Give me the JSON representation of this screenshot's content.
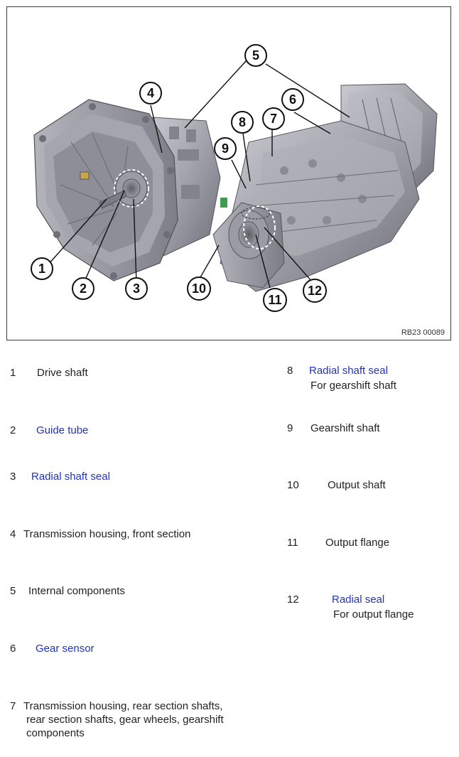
{
  "figure": {
    "id_label": "RB23 00089",
    "callout_numbers": [
      "1",
      "2",
      "3",
      "4",
      "5",
      "6",
      "7",
      "8",
      "9",
      "10",
      "11",
      "12"
    ]
  },
  "legend": {
    "left": [
      {
        "num": "1",
        "label": "Drive shaft",
        "link": false
      },
      {
        "num": "2",
        "label": "Guide tube",
        "link": true
      },
      {
        "num": "3",
        "label": "Radial shaft seal",
        "link": true
      },
      {
        "num": "4",
        "label": "Transmission housing, front section",
        "link": false
      },
      {
        "num": "5",
        "label": "Internal components",
        "link": false
      },
      {
        "num": "6",
        "label": "Gear sensor",
        "link": true
      },
      {
        "num": "7",
        "label": "Transmission housing, rear section shafts,",
        "link": false,
        "sub": "rear section shafts, gear wheels, gearshift",
        "sub2": "components"
      }
    ],
    "right": [
      {
        "num": "8",
        "label": "Radial shaft seal",
        "link": true,
        "sub": "For gearshift shaft"
      },
      {
        "num": "9",
        "label": "Gearshift shaft",
        "link": false
      },
      {
        "num": "10",
        "label": "Output shaft",
        "link": false
      },
      {
        "num": "11",
        "label": "Output flange",
        "link": false
      },
      {
        "num": "12",
        "label": "Radial seal",
        "link": true,
        "sub": "For output flange"
      }
    ]
  },
  "colors": {
    "link": "#2233bb",
    "text": "#222222",
    "metal_dark": "#6f7078",
    "metal_mid": "#9c9da6",
    "metal_light": "#c4c5cc"
  }
}
